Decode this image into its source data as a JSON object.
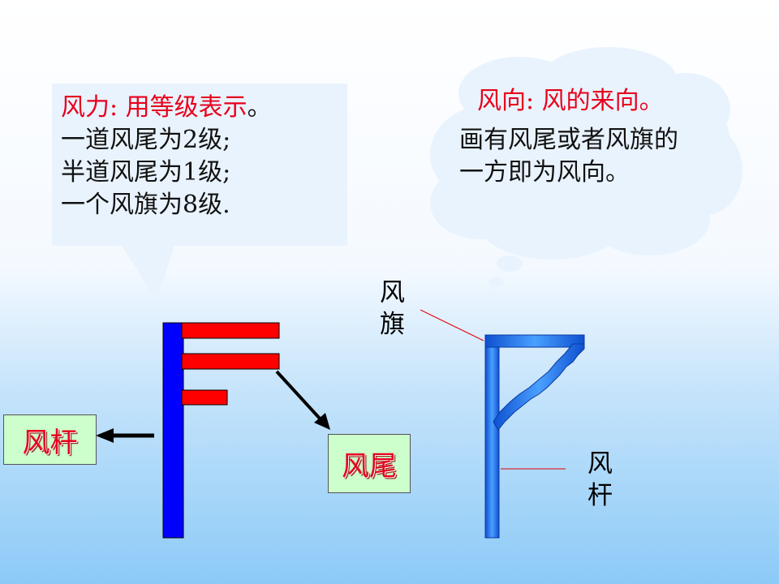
{
  "force_box": {
    "title": "风力: 用等级表示",
    "title_mark": "。",
    "lines": [
      "一道风尾为2级;",
      "半道风尾为1级;",
      "一个风旗为8级."
    ]
  },
  "direction_cloud": {
    "title": "风向:  风的来向。",
    "lines": [
      "画有风尾或者风旗的",
      "一方即为风向。"
    ]
  },
  "left_diagram": {
    "pole_label": "风杆",
    "tail_label": "风尾"
  },
  "right_diagram": {
    "flag_label": "风\n旗",
    "pole_label": "风\n杆"
  },
  "colors": {
    "callout_fill": "#e9f3fd",
    "pole_blue": "#0000ff",
    "tail_red": "#ff0000",
    "label_fill": "#ccffcc",
    "red_text": "#e8001c",
    "flag_blue": "#1a6fe0"
  }
}
